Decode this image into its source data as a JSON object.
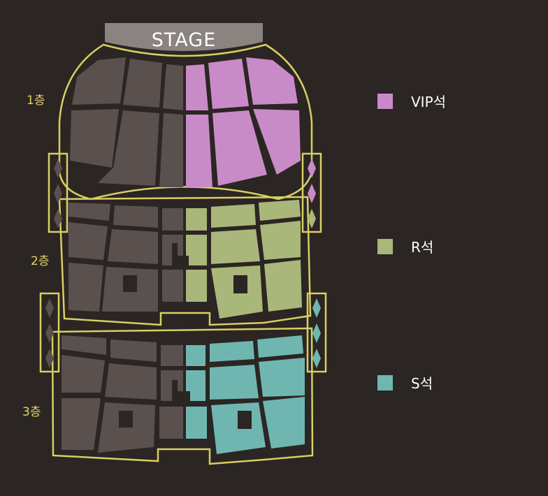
{
  "stage_label": "STAGE",
  "floors": [
    {
      "label": "1층"
    },
    {
      "label": "2층"
    },
    {
      "label": "3층"
    }
  ],
  "legend": [
    {
      "label": "VIP석",
      "color": "#c98bc7"
    },
    {
      "label": "R석",
      "color": "#a9b77b"
    },
    {
      "label": "S석",
      "color": "#6fb6b1"
    }
  ],
  "colors": {
    "background": "#2b2523",
    "unassigned_block": "#5a504d",
    "outline": "#d8cf62",
    "stage": "#8a8380",
    "floor_label": "#e3d46a"
  }
}
